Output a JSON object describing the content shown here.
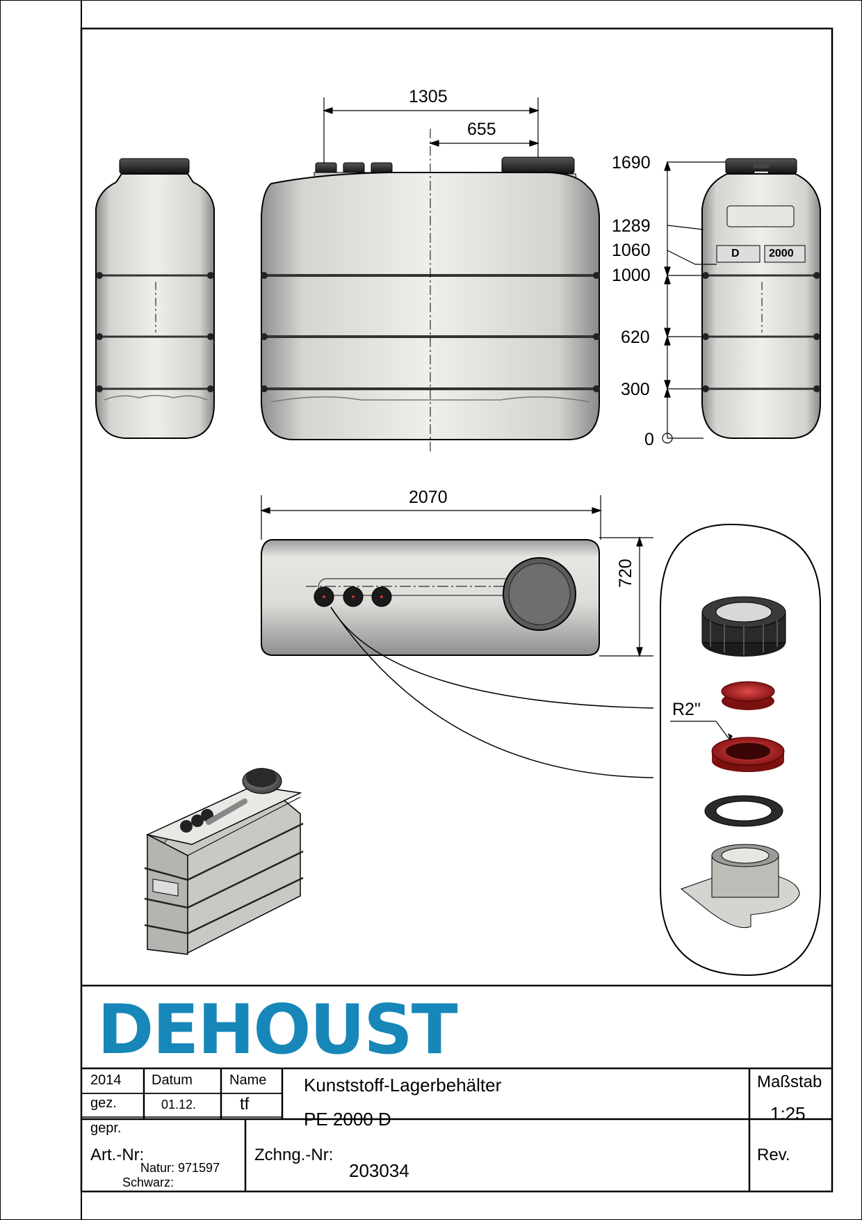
{
  "drawing": {
    "dims_top": {
      "width_total": "1305",
      "width_half": "655"
    },
    "heights": [
      "1690",
      "1289",
      "1060",
      "1000",
      "620",
      "300",
      "0"
    ],
    "dim_length": "2070",
    "dim_depth": "720",
    "thread_label": "R2\"",
    "tank_marks": {
      "letter": "D",
      "number": "2000"
    }
  },
  "title_block": {
    "logo": "DEHOUST",
    "year": "2014",
    "datum_label": "Datum",
    "name_label": "Name",
    "gez_label": "gez.",
    "gez_date": "01.12.",
    "gez_name": "tf",
    "gepr_label": "gepr.",
    "title_line1": "Kunststoff-Lagerbehälter",
    "title_line2": "PE 2000 D",
    "scale_label": "Maßstab",
    "scale_value": "1:25",
    "art_nr_label": "Art.-Nr:",
    "natur": "Natur: 971597",
    "schwarz": "Schwarz:",
    "zchng_label": "Zchng.-Nr:",
    "zchng_value": "203034",
    "rev_label": "Rev."
  }
}
